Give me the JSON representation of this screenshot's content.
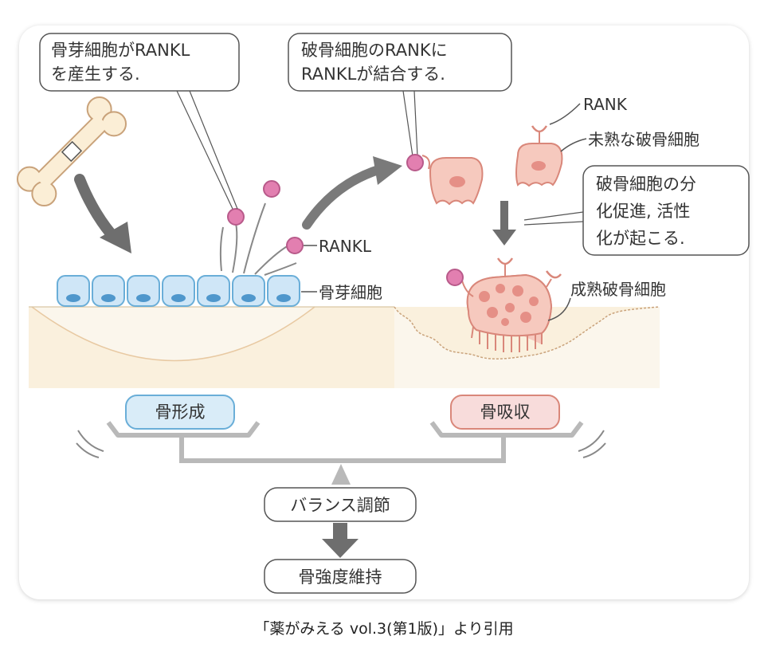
{
  "callouts": {
    "osteoblast_produce_line1": "骨芽細胞がRANKL",
    "osteoblast_produce_line2": "を産生する.",
    "rank_binding_line1": "破骨細胞のRANKに",
    "rank_binding_line2": "RANKLが結合する.",
    "promotion_line1": "破骨細胞の分",
    "promotion_line2": "化促進, 活性",
    "promotion_line3": "化が起こる."
  },
  "labels": {
    "rankl": "RANKL",
    "osteoblast": "骨芽細胞",
    "rank": "RANK",
    "immature_osteoclast": "未熟な破骨細胞",
    "mature_osteoclast": "成熟破骨細胞"
  },
  "processes": {
    "bone_formation": "骨形成",
    "bone_resorption": "骨吸収",
    "balance": "バランス調節",
    "maintenance": "骨強度維持"
  },
  "caption": "「薬がみえる vol.3(第1版)」より引用",
  "colors": {
    "osteoblast_fill": "#cfe6f7",
    "osteoblast_stroke": "#6aaed8",
    "rankl_fill": "#e27fb0",
    "osteoclast_fill": "#f6c9be",
    "osteoclast_stroke": "#d9877a",
    "bone_matrix": "#faf0dd",
    "formation_badge": "#d9ecf8",
    "resorption_badge": "#f8dcdb",
    "arrow_gray": "#7a7a7a"
  }
}
